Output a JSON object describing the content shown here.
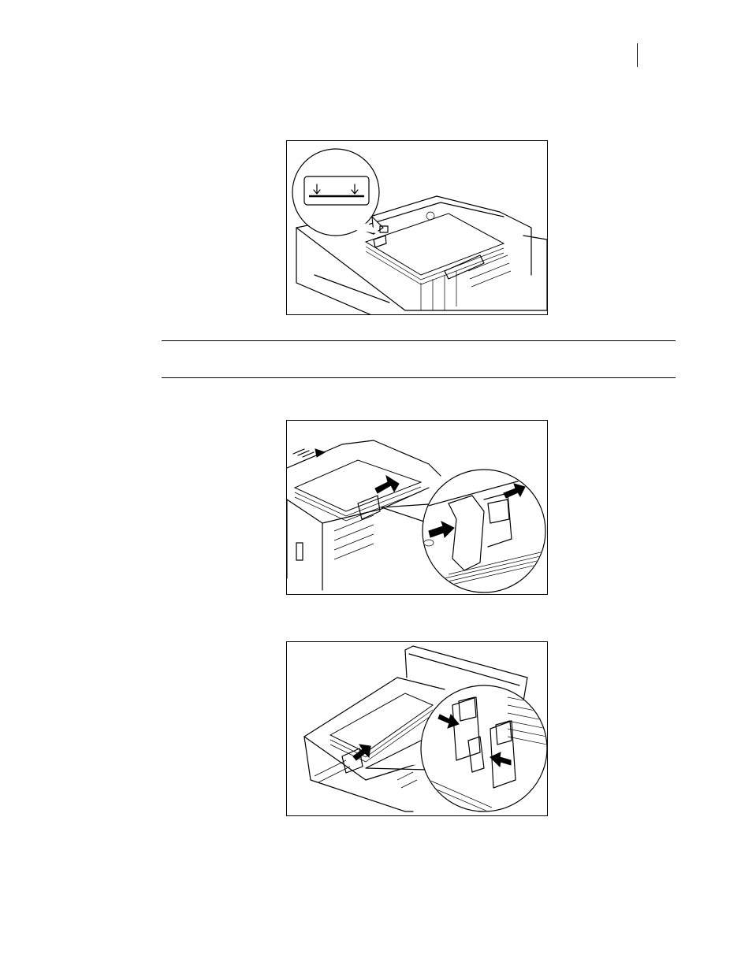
{
  "page": {
    "figures": [
      {
        "id": "fig-paper-max-fill-line",
        "icon": "paper-tray-max-line-illustration"
      },
      {
        "id": "fig-adjust-length-guide",
        "icon": "paper-tray-length-guide-illustration"
      },
      {
        "id": "fig-adjust-side-guides",
        "icon": "paper-tray-side-guide-illustration"
      }
    ]
  }
}
